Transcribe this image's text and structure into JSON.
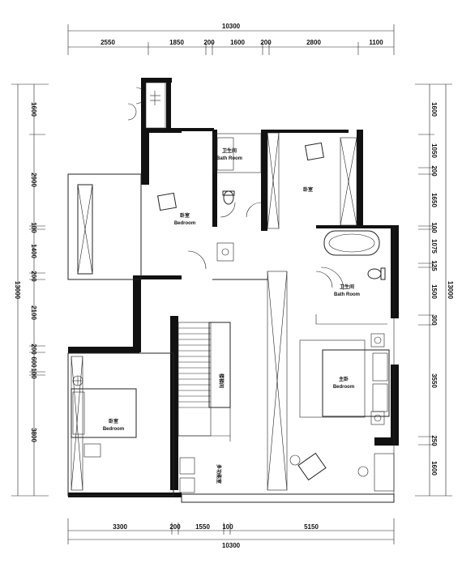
{
  "dimensions": {
    "top_total": "10300",
    "top_segments": [
      "2550",
      "1850",
      "200",
      "1600",
      "200",
      "2800",
      "1100"
    ],
    "bottom_segments": [
      "3300",
      "200",
      "1550",
      "100",
      "5150"
    ],
    "bottom_total": "10300",
    "left_total": "13000",
    "left_segments": [
      "1600",
      "2900",
      "100",
      "1400",
      "200",
      "2100",
      "200",
      "600",
      "100",
      "3800"
    ],
    "right_total": "13000",
    "right_segments": [
      "1600",
      "1050",
      "200",
      "1650",
      "100",
      "1075",
      "125",
      "1500",
      "300",
      "3550",
      "250",
      "1600"
    ]
  },
  "rooms": {
    "bathroom_top_cn": "卫生间",
    "bathroom_top_en": "Bath Room",
    "bedroom_upper_right": "卧室",
    "bedroom_left_cn": "卧室",
    "bedroom_left_en": "Bedroom",
    "bathroom_right_cn": "卫生间",
    "bathroom_right_en": "Bath Room",
    "master_bedroom_cn": "主卧",
    "master_bedroom_en": "Bedroom",
    "bedroom_lower_left_cn": "卧室",
    "bedroom_lower_left_en": "Bedroom",
    "stair_label": "楼梯间",
    "storage_label": "多功能室"
  }
}
